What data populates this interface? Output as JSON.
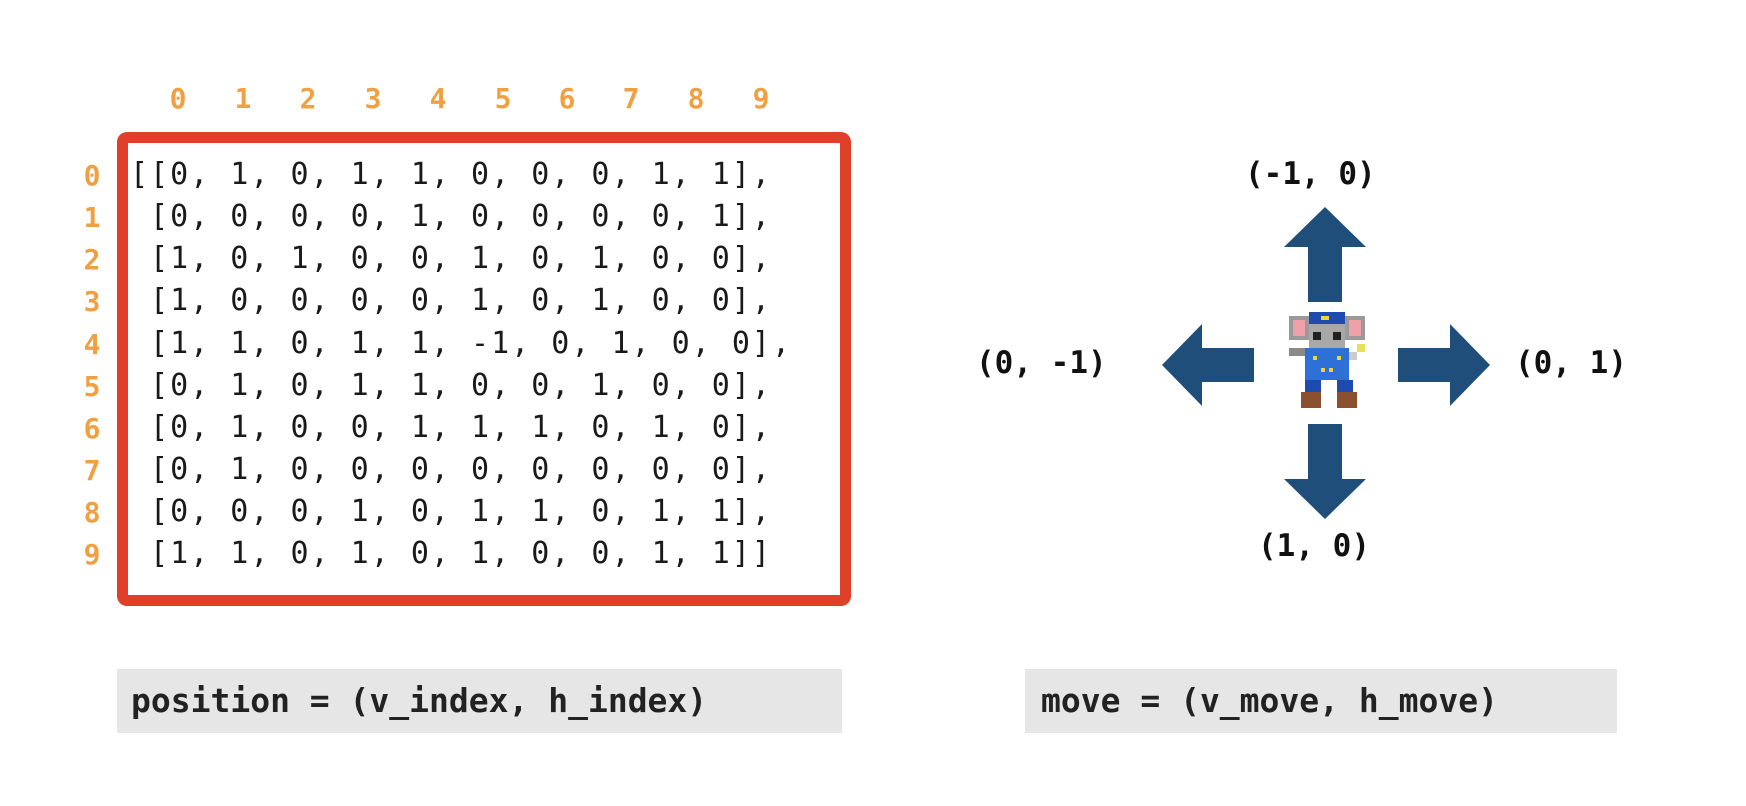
{
  "column_labels": [
    "0",
    "1",
    "2",
    "3",
    "4",
    "5",
    "6",
    "7",
    "8",
    "9"
  ],
  "row_labels": [
    "0",
    "1",
    "2",
    "3",
    "4",
    "5",
    "6",
    "7",
    "8",
    "9"
  ],
  "matrix_lines": [
    "[[0, 1, 0, 1, 1, 0, 0, 0, 1, 1],",
    " [0, 0, 0, 0, 1, 0, 0, 0, 0, 1],",
    " [1, 0, 1, 0, 0, 1, 0, 1, 0, 0],",
    " [1, 0, 0, 0, 0, 1, 0, 1, 0, 0],",
    " [1, 1, 0, 1, 1, -1, 0, 1, 0, 0],",
    " [0, 1, 0, 1, 1, 0, 0, 1, 0, 0],",
    " [0, 1, 0, 0, 1, 1, 1, 0, 1, 0],",
    " [0, 1, 0, 0, 0, 0, 0, 0, 0, 0],",
    " [0, 0, 0, 1, 0, 1, 1, 0, 1, 1],",
    " [1, 1, 0, 1, 0, 1, 0, 0, 1, 1]]"
  ],
  "moves": {
    "up": "(-1, 0)",
    "down": "(1, 0)",
    "left": "(0, -1)",
    "right": "(0, 1)"
  },
  "captions": {
    "position": "position = (v_index, h_index)",
    "move": "move = (v_move, h_move)"
  },
  "colors": {
    "index_labels": "#f0a040",
    "matrix_frame": "#e0402a",
    "arrows": "#1f4e7a",
    "caption_bg": "#e6e6e6"
  },
  "icons": {
    "arrows": [
      "arrow-up-icon",
      "arrow-down-icon",
      "arrow-left-icon",
      "arrow-right-icon"
    ],
    "character": "mouse-character-icon"
  }
}
